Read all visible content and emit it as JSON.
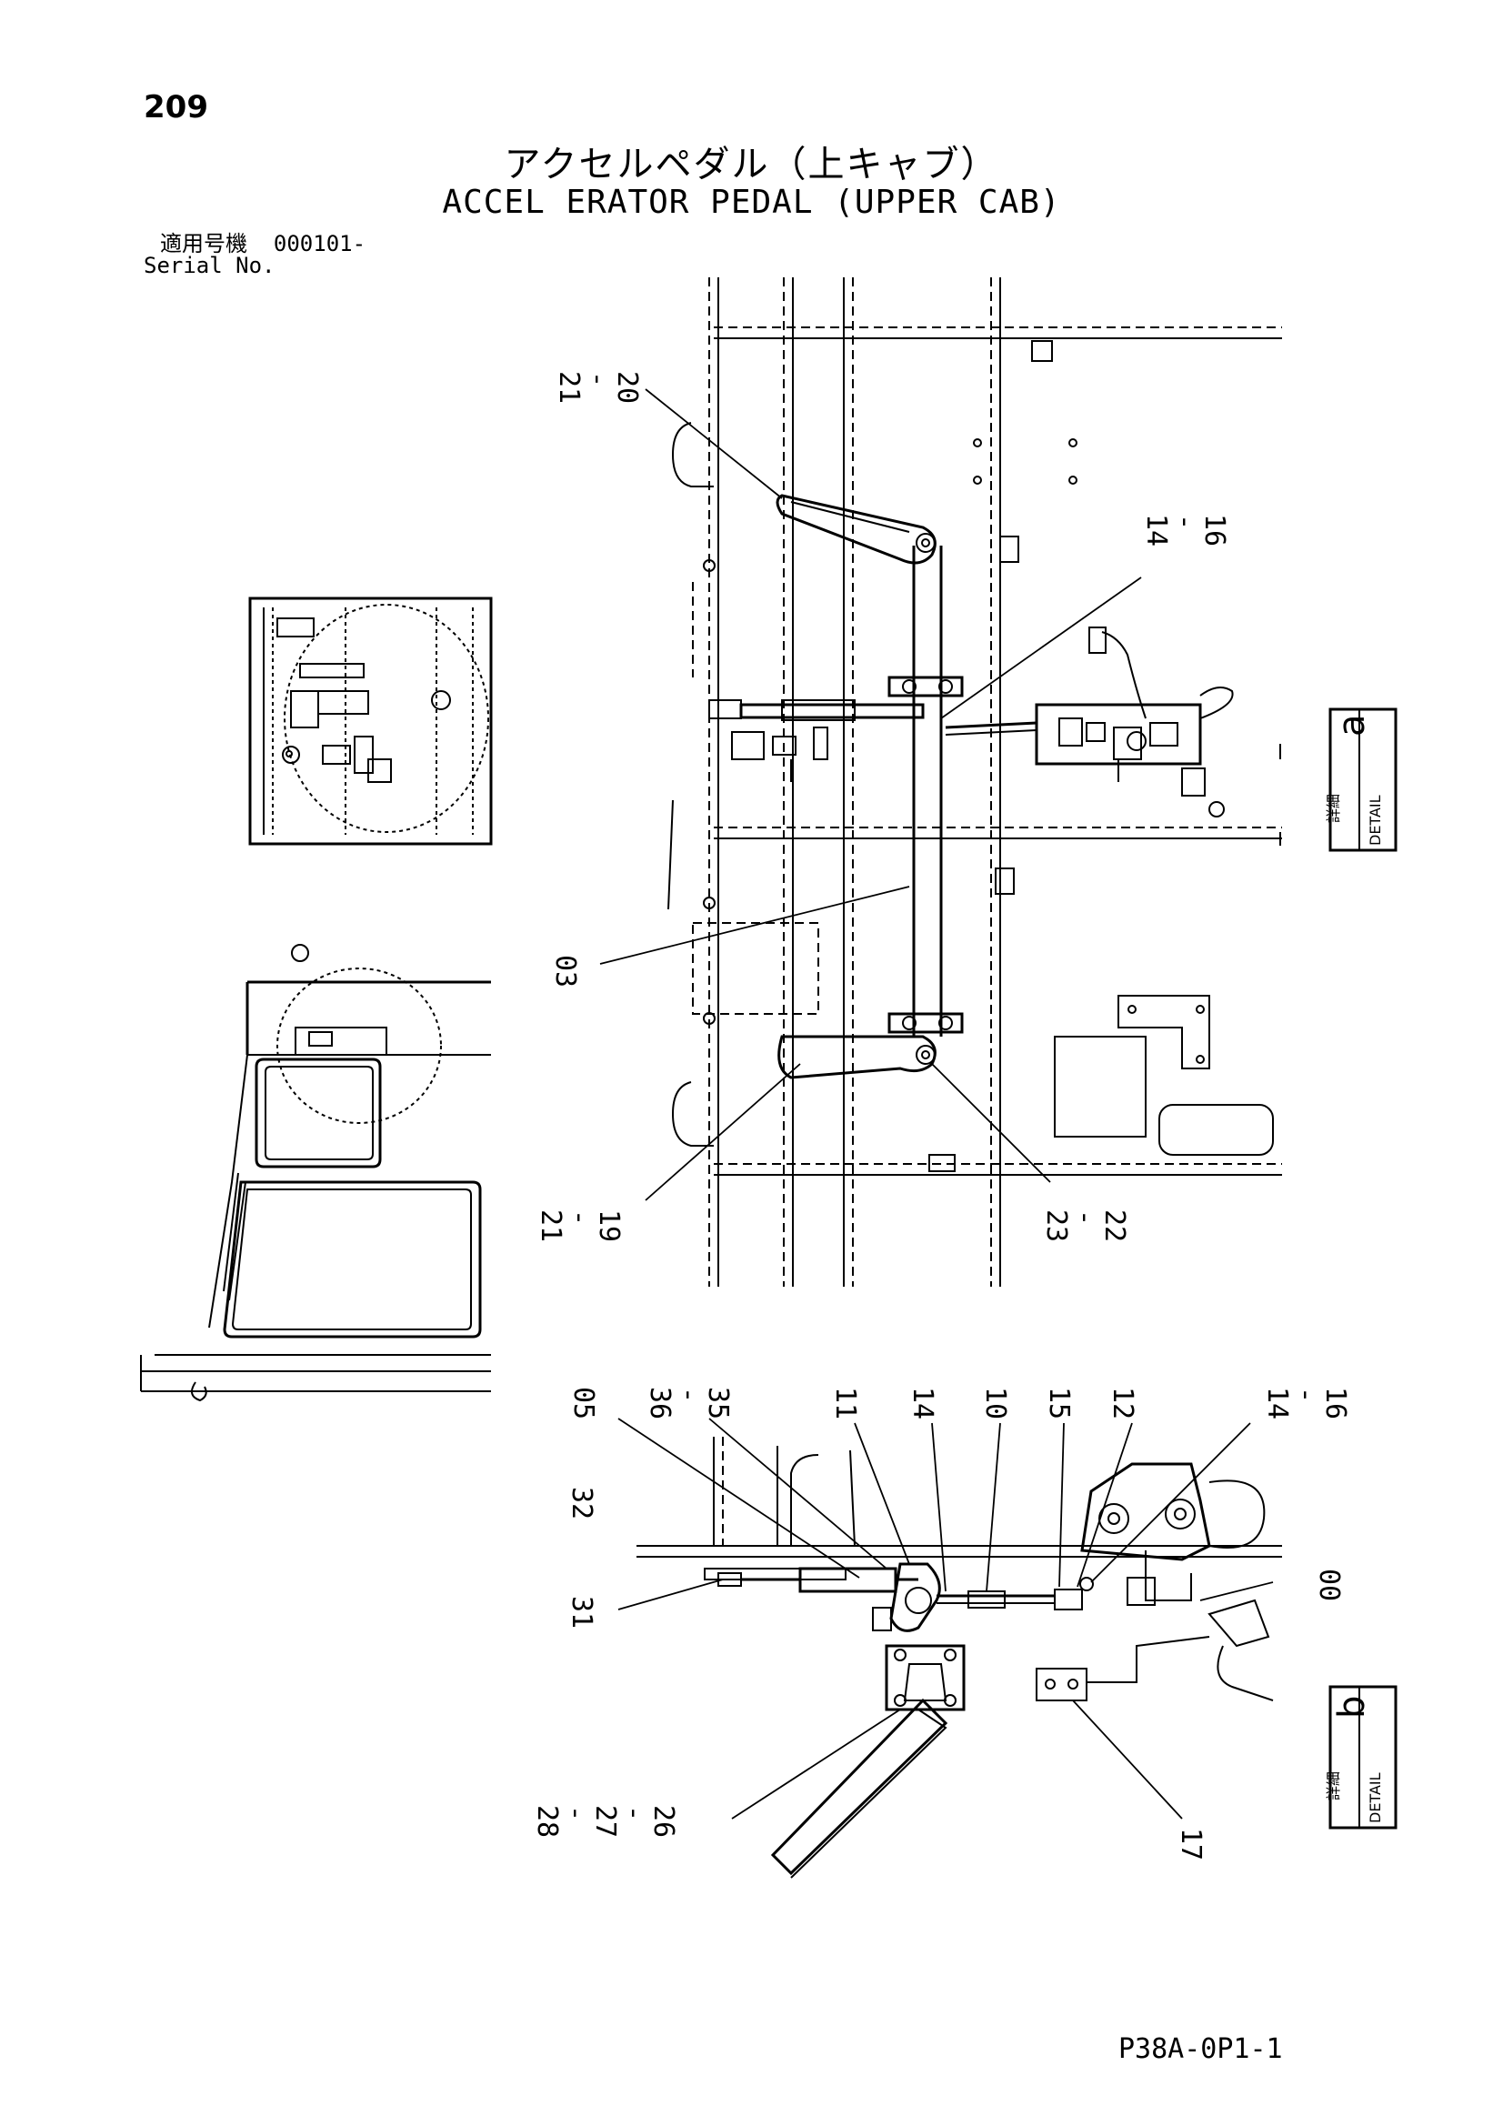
{
  "header": {
    "page_number": "209",
    "title_jp": "アクセルペダル（上キャブ）",
    "title_en": "ACCEL ERATOR PEDAL (UPPER CAB)",
    "serial_label_jp": "適用号機",
    "serial_value": "000101-",
    "serial_label_en": "Serial No."
  },
  "callouts": {
    "top": [
      "21",
      "20",
      "14",
      "16",
      "03",
      "21",
      "19",
      "23",
      "22"
    ],
    "bottom": [
      "05",
      "36",
      "35",
      "11",
      "14",
      "10",
      "15",
      "12",
      "14",
      "16",
      "32",
      "31",
      "00",
      "28",
      "27",
      "26",
      "17"
    ],
    "dash": "-"
  },
  "details": {
    "a": {
      "jp": "詳細",
      "en": "DETAIL",
      "letter": "a"
    },
    "b": {
      "jp": "詳細",
      "en": "DETAIL",
      "letter": "b"
    }
  },
  "footer": {
    "drawing_code": "P38A-0P1-1"
  }
}
